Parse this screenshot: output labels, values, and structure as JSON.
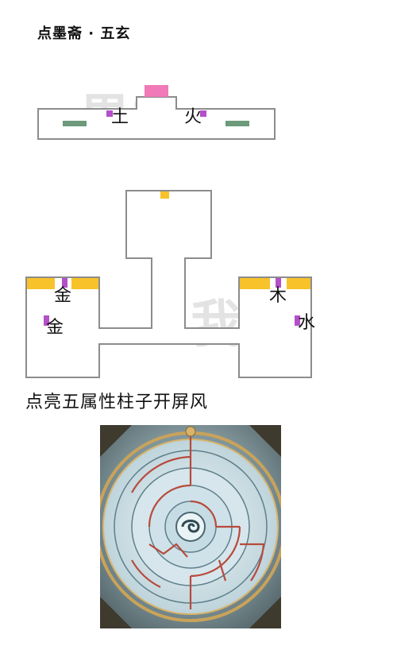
{
  "title": "点墨斋 · 五玄",
  "watermarks": {
    "top": "男主",
    "mid": "我"
  },
  "elements_labels": {
    "earth": "土",
    "fire": "火",
    "metal_upper": "金",
    "metal_lower": "金",
    "wood": "木",
    "water": "水"
  },
  "caption": "点亮五属性柱子开屏风",
  "colors": {
    "pillar": "#b44fc8",
    "gold_block": "#f7c22a",
    "pink_block": "#f07bb8",
    "green_block": "#6c9a7b",
    "wall": "#8c8c8c",
    "watermark": "#e3e3e3",
    "puzzle_bg": "#6b8088",
    "puzzle_ring": "#c9a35a",
    "puzzle_path": "#b84a3c"
  }
}
